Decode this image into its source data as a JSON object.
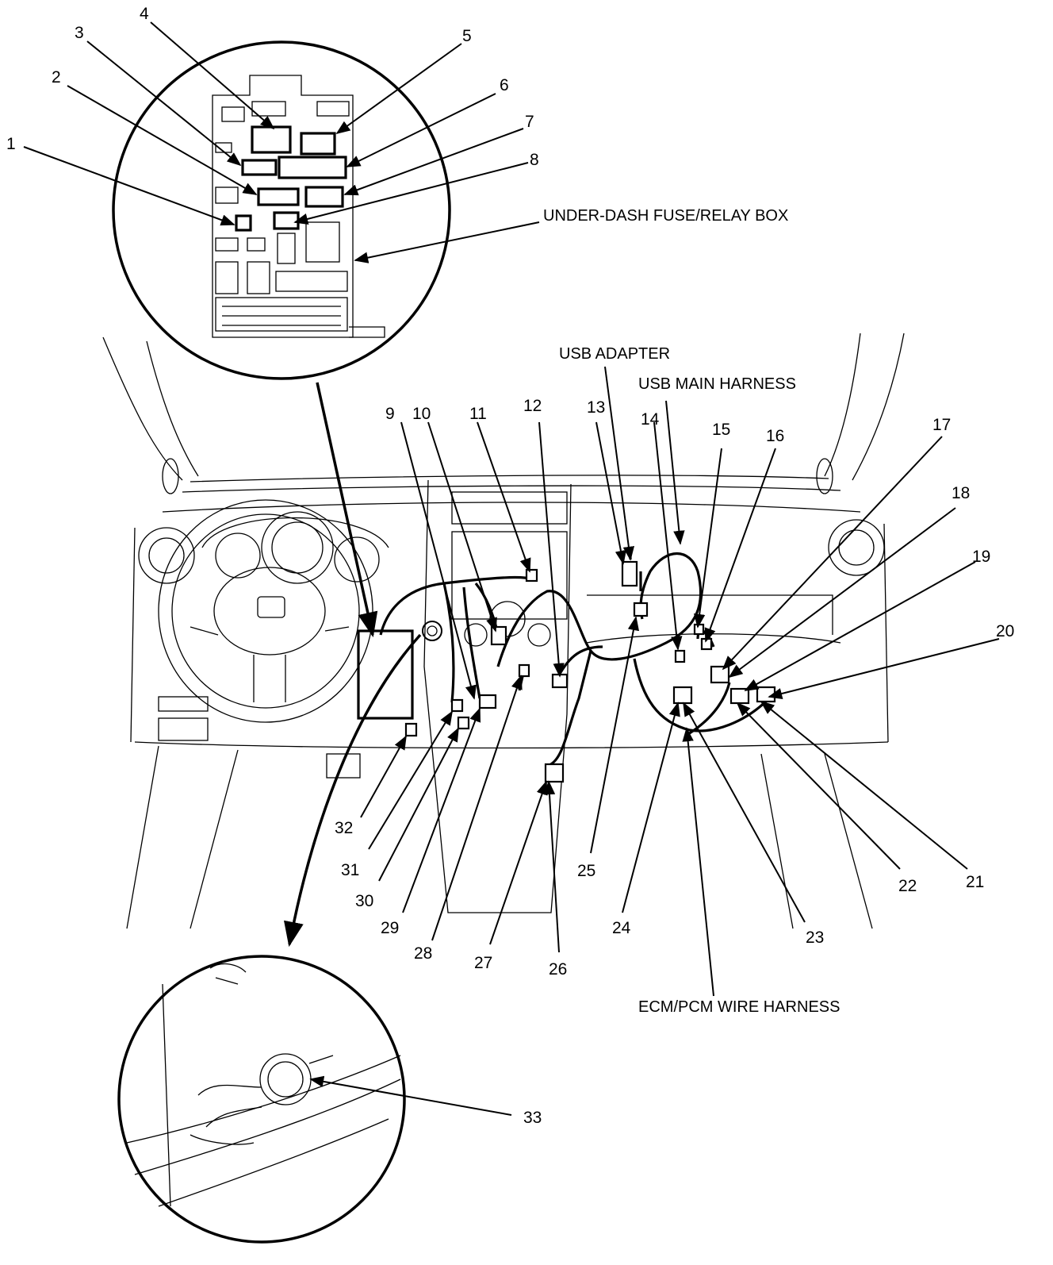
{
  "callouts": [
    "1",
    "2",
    "3",
    "4",
    "5",
    "6",
    "7",
    "8",
    "9",
    "10",
    "11",
    "12",
    "13",
    "14",
    "15",
    "16",
    "17",
    "18",
    "19",
    "20",
    "21",
    "22",
    "23",
    "24",
    "25",
    "26",
    "27",
    "28",
    "29",
    "30",
    "31",
    "32",
    "33"
  ],
  "captions": {
    "fuse_box": "UNDER-DASH FUSE/RELAY BOX",
    "usb_adapter": "USB ADAPTER",
    "usb_main_harness": "USB MAIN HARNESS",
    "ecm_pcm_harness": "ECM/PCM WIRE HARNESS"
  }
}
